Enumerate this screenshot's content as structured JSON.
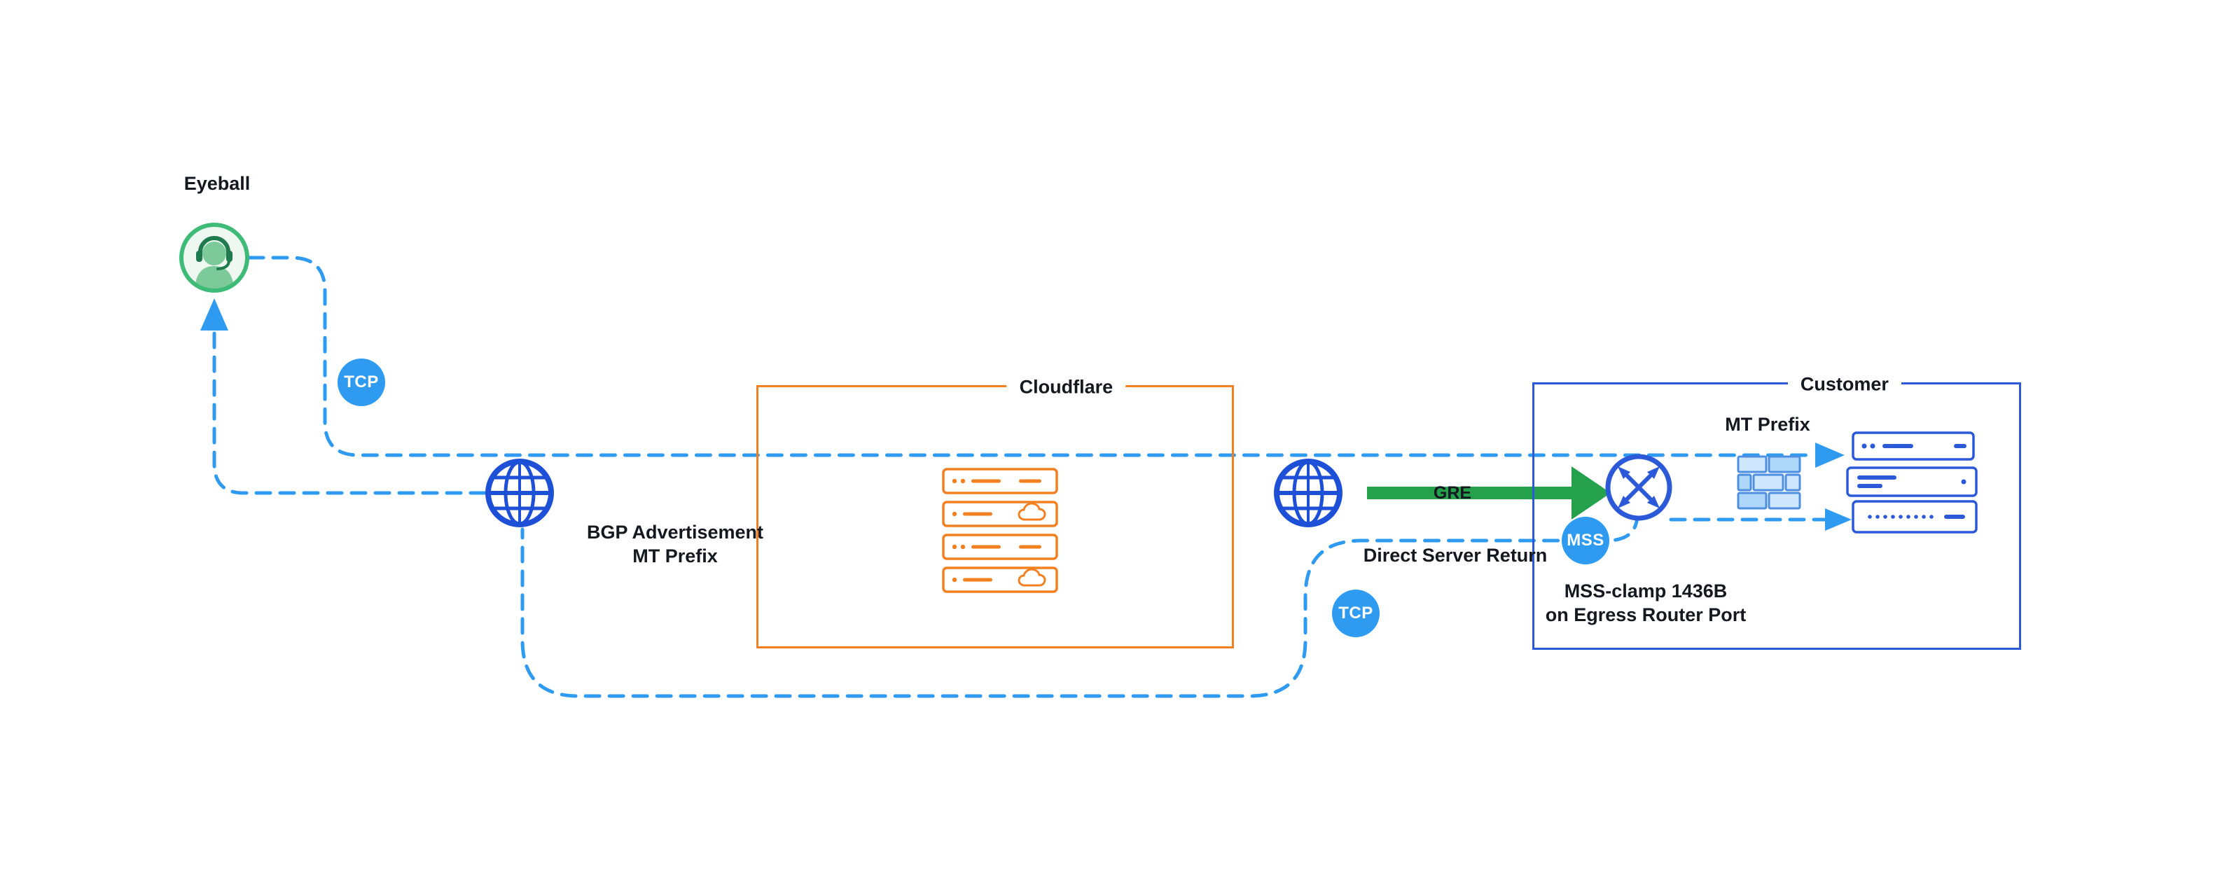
{
  "diagram": {
    "eyeball": {
      "label": "Eyeball"
    },
    "badges": {
      "tcp_outbound": "TCP",
      "tcp_return": "TCP",
      "mss": "MSS"
    },
    "cloudflare": {
      "title": "Cloudflare"
    },
    "customer": {
      "title": "Customer",
      "mt_prefix": "MT Prefix",
      "mss_clamp_line1": "MSS-clamp 1436B",
      "mss_clamp_line2": "on Egress Router Port"
    },
    "annotations": {
      "bgp_line1": "BGP Advertisement",
      "bgp_line2": "MT Prefix",
      "gre": "GRE",
      "dsr": "Direct Server Return"
    },
    "colors": {
      "path_blue": "#2f9bf0",
      "node_blue": "#1d4fd7",
      "box_blue": "#2b59d8",
      "orange": "#f38020",
      "green_arrow": "#26a14b",
      "eyeball_green": "#3dbb77",
      "badge_blue": "#2f9bf0",
      "text_dark": "#14181f",
      "background": "#ffffff"
    }
  }
}
